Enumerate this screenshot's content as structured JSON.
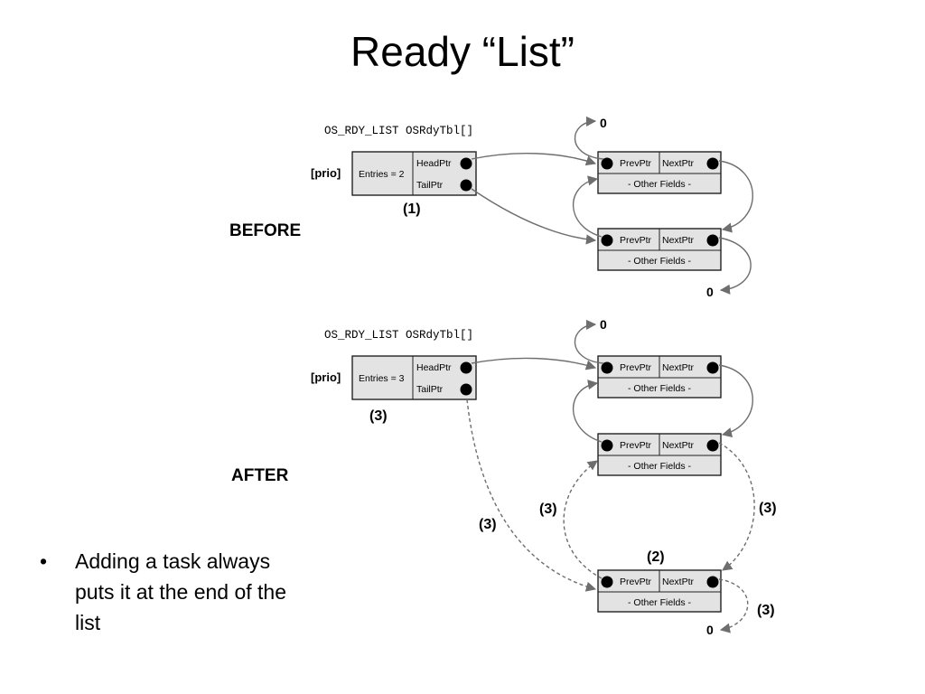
{
  "slide": {
    "title": "Ready “List”",
    "bullet_symbol": "•",
    "bullet_text": "Adding a task always puts it at the end of the list"
  },
  "before": {
    "section_label": "BEFORE",
    "table_label": "OS_RDY_LIST OSRdyTbl[]",
    "index_label": "[prio]",
    "entries_label": "Entries = 2",
    "head_ptr_label": "HeadPtr",
    "tail_ptr_label": "TailPtr",
    "step_label": "(1)",
    "null_top": "0",
    "null_bottom": "0",
    "nodes": [
      {
        "prev": "PrevPtr",
        "next": "NextPtr",
        "fields": "- Other Fields -"
      },
      {
        "prev": "PrevPtr",
        "next": "NextPtr",
        "fields": "- Other Fields -"
      }
    ]
  },
  "after": {
    "section_label": "AFTER",
    "table_label": "OS_RDY_LIST OSRdyTbl[]",
    "index_label": "[prio]",
    "entries_label": "Entries = 3",
    "head_ptr_label": "HeadPtr",
    "tail_ptr_label": "TailPtr",
    "step_label_table": "(3)",
    "step_label_tail_arrow": "(3)",
    "step_label_prev_arrow": "(3)",
    "step_label_next_arrow": "(3)",
    "step_label_new_node": "(2)",
    "step_label_null_arrow": "(3)",
    "null_top": "0",
    "null_bottom": "0",
    "nodes": [
      {
        "prev": "PrevPtr",
        "next": "NextPtr",
        "fields": "- Other Fields -"
      },
      {
        "prev": "PrevPtr",
        "next": "NextPtr",
        "fields": "- Other Fields -"
      },
      {
        "prev": "PrevPtr",
        "next": "NextPtr",
        "fields": "- Other Fields -"
      }
    ]
  },
  "colors": {
    "box_fill": "#e3e3e3",
    "box_stroke": "#222222",
    "arrow": "#6e6e6e"
  }
}
